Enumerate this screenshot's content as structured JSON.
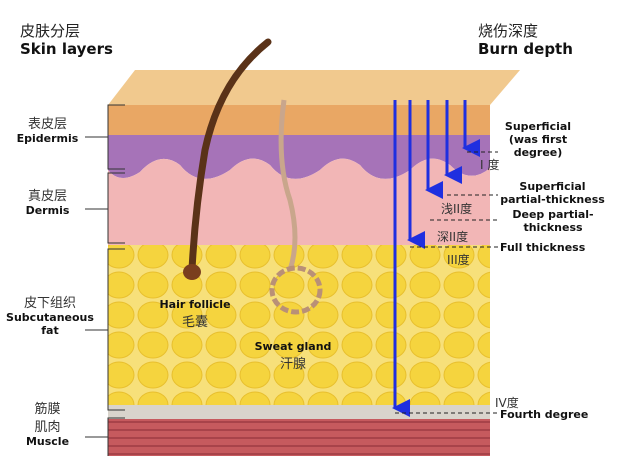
{
  "titles": {
    "left_cn": "皮肤分层",
    "left_en": "Skin layers",
    "right_cn": "烧伤深度",
    "right_en": "Burn depth"
  },
  "layers": [
    {
      "cn": "表皮层",
      "en": "Epidermis"
    },
    {
      "cn": "真皮层",
      "en": "Dermis"
    },
    {
      "cn": "皮下组织",
      "en": "Subcutaneous fat"
    },
    {
      "cn": "筋膜",
      "en": ""
    },
    {
      "cn": "肌肉",
      "en": "Muscle"
    }
  ],
  "structures": {
    "hair_en": "Hair follicle",
    "hair_cn": "毛囊",
    "sweat_en": "Sweat gland",
    "sweat_cn": "汗腺"
  },
  "burns": [
    {
      "en": "Superficial (was first degree)",
      "cn": "I 度"
    },
    {
      "en": "Superficial partial-thickness",
      "cn": "浅II度"
    },
    {
      "en": "Deep partial-thickness",
      "cn": "深II度"
    },
    {
      "en": "Full thickness",
      "cn": "III度"
    },
    {
      "en": "Fourth degree",
      "cn": "IV度"
    }
  ],
  "colors": {
    "arrow": "#1f2fe0",
    "epidermis": "#a673b8",
    "dermis": "#f2b6b6",
    "fat": "#f6d64a",
    "muscle": "#c2555a"
  }
}
